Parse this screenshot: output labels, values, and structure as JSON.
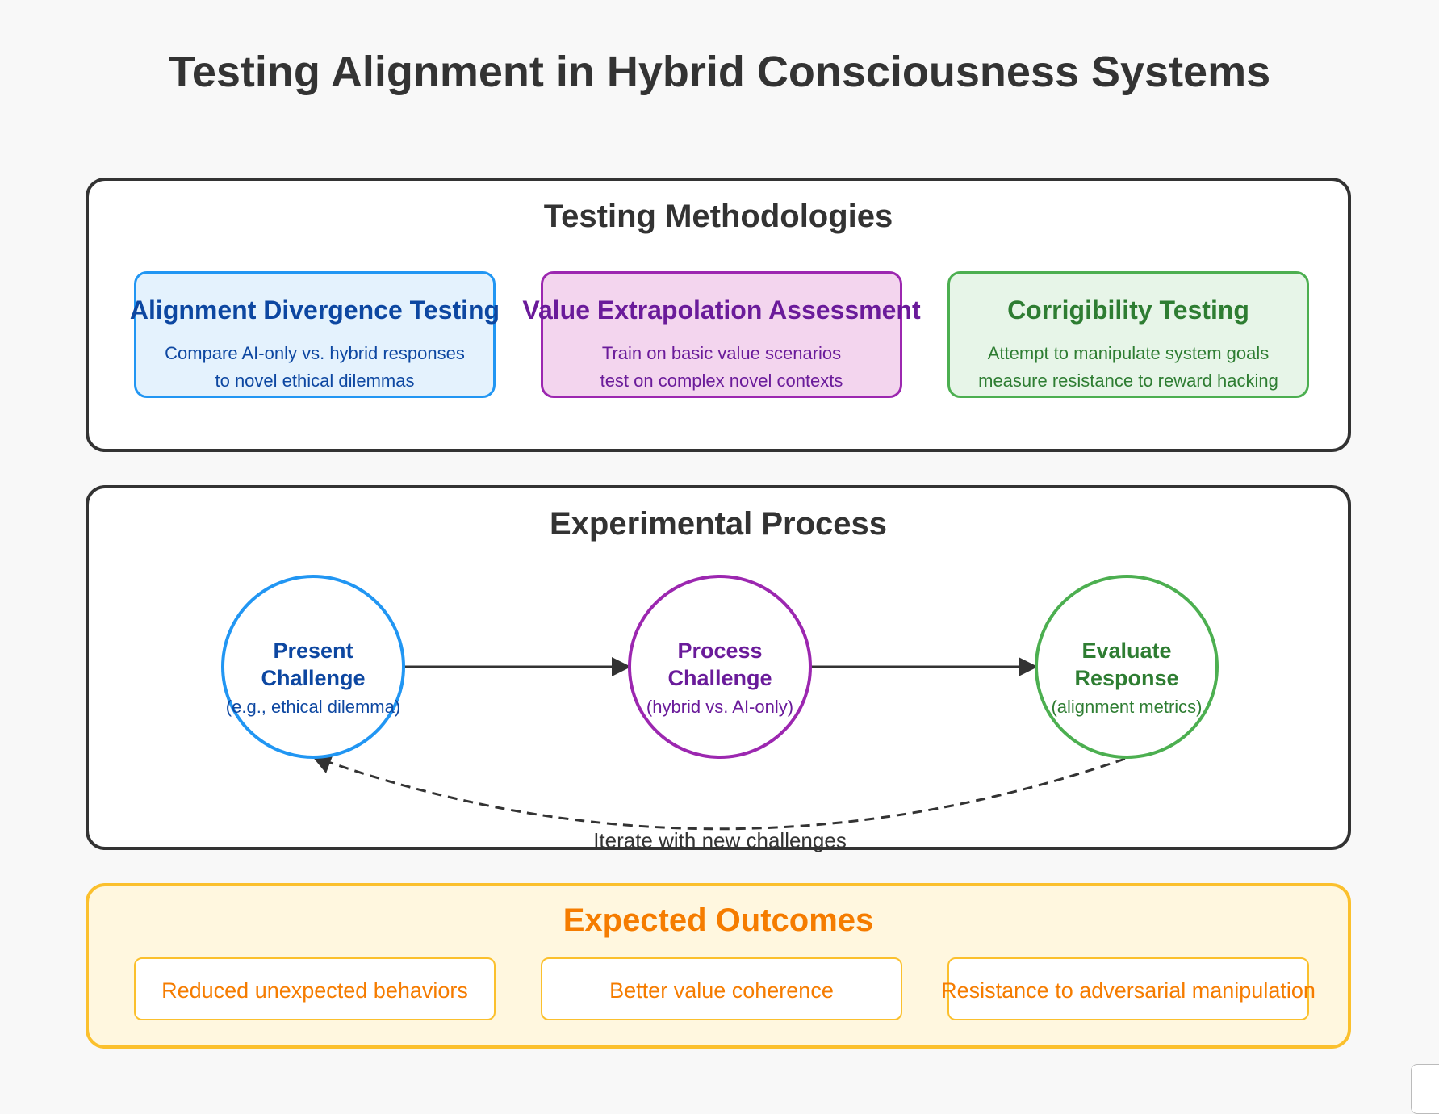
{
  "title": "Testing Alignment in Hybrid Consciousness Systems",
  "methodologies": {
    "title": "Testing Methodologies",
    "cards": [
      {
        "title": "Alignment Divergence Testing",
        "lines": [
          "Compare AI-only vs. hybrid responses",
          "to novel ethical dilemmas"
        ],
        "color": "#2196f3"
      },
      {
        "title": "Value Extrapolation Assessment",
        "lines": [
          "Train on basic value scenarios",
          "test on complex novel contexts"
        ],
        "color": "#9c27b0"
      },
      {
        "title": "Corrigibility Testing",
        "lines": [
          "Attempt to manipulate system goals",
          "measure resistance to reward hacking"
        ],
        "color": "#4caf50"
      }
    ]
  },
  "process": {
    "title": "Experimental Process",
    "nodes": [
      {
        "line1": "Present",
        "line2": "Challenge",
        "sub": "(e.g., ethical dilemma)",
        "color": "#2196f3"
      },
      {
        "line1": "Process",
        "line2": "Challenge",
        "sub": "(hybrid vs. AI-only)",
        "color": "#9c27b0"
      },
      {
        "line1": "Evaluate",
        "line2": "Response",
        "sub": "(alignment metrics)",
        "color": "#4caf50"
      }
    ],
    "loop_label": "Iterate with new challenges"
  },
  "outcomes": {
    "title": "Expected Outcomes",
    "items": [
      "Reduced unexpected behaviors",
      "Better value coherence",
      "Resistance to adversarial manipulation"
    ],
    "color": "#f57c00"
  }
}
